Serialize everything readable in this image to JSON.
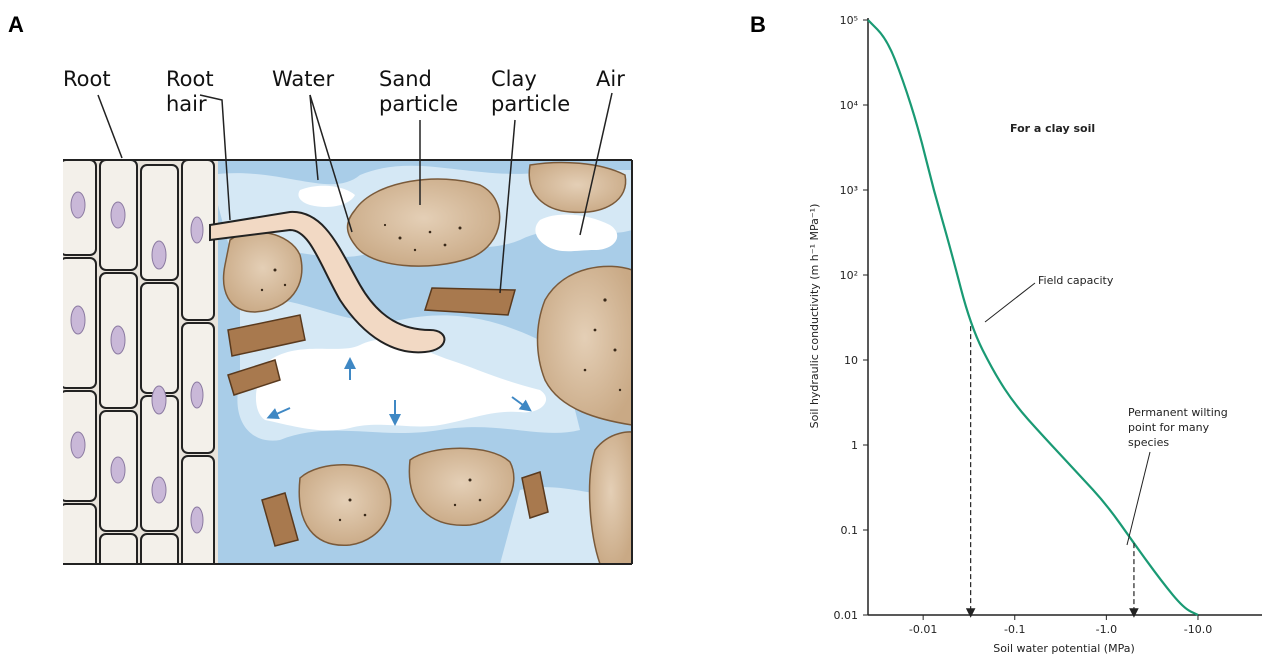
{
  "panel_a": {
    "letter": "A",
    "labels": {
      "root": "Root",
      "root_hair_1": "Root",
      "root_hair_2": "hair",
      "water": "Water",
      "sand_1": "Sand",
      "sand_2": "particle",
      "clay_1": "Clay",
      "clay_2": "particle",
      "air": "Air"
    },
    "colors": {
      "water_dark": "#a9cde8",
      "water_light": "#d5e8f5",
      "air": "#ffffff",
      "sand": "#dcc3a6",
      "clay": "#a8794e",
      "root_cell": "#f1ede6",
      "nucleus": "#c9b8d8",
      "root_hair": "#f2d9c4",
      "arrow": "#3f88c4"
    }
  },
  "panel_b": {
    "letter": "B",
    "subtitle": "For a clay soil",
    "annotations": {
      "field_capacity": "Field capacity",
      "wilting_1": "Permanent wilting",
      "wilting_2": "point for many",
      "wilting_3": "species"
    },
    "colors": {
      "curve": "#1a9a74",
      "axis": "#222222"
    }
  },
  "chart_data": {
    "type": "line",
    "title": "",
    "subtitle": "For a clay soil",
    "xlabel": "Soil water potential (MPa)",
    "ylabel": "Soil hydraulic conductivity (m h⁻¹ MPa⁻¹)",
    "x_scale": "log (magnitude of negative potential)",
    "y_scale": "log",
    "x_ticks": [
      -0.01,
      -0.1,
      -1.0,
      -10.0
    ],
    "x_tick_labels": [
      "-0.01",
      "-0.1",
      "-1.0",
      "-10.0"
    ],
    "y_ticks": [
      0.01,
      0.1,
      1,
      10,
      100,
      1000,
      10000,
      100000
    ],
    "y_tick_labels": [
      "0.01",
      "0.1",
      "1",
      "10",
      "10²",
      "10³",
      "10⁴",
      "10⁵"
    ],
    "xlim": [
      -0.0025,
      -50
    ],
    "ylim": [
      0.01,
      100000
    ],
    "series": [
      {
        "x": [
          -0.0025,
          -0.004,
          -0.006,
          -0.009,
          -0.013,
          -0.02,
          -0.033,
          -0.06,
          -0.1,
          -0.2,
          -0.5,
          -1.0,
          -2.0,
          -4.0,
          -7.0,
          -10.0
        ],
        "y": [
          100000,
          60000,
          20000,
          5000,
          1000,
          200,
          25,
          7,
          3,
          1.3,
          0.45,
          0.2,
          0.07,
          0.025,
          0.012,
          0.01
        ]
      }
    ],
    "markers": [
      {
        "label": "Field capacity",
        "x": -0.033,
        "y": 25
      },
      {
        "label": "Permanent wilting point for many species",
        "x": -2.0,
        "y": 0.07
      }
    ]
  }
}
